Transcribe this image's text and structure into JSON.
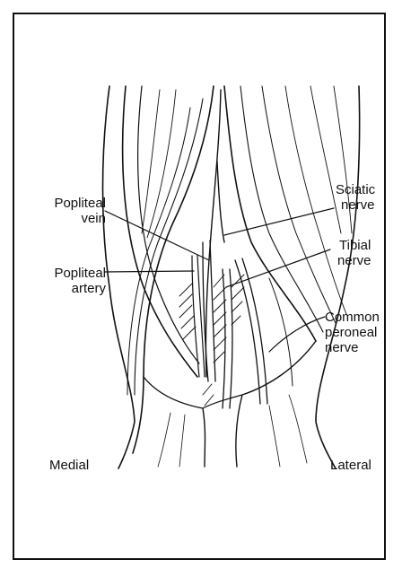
{
  "labels": {
    "popliteal_vein": [
      "Popliteal",
      "vein"
    ],
    "popliteal_artery": [
      "Popliteal",
      "artery"
    ],
    "sciatic_nerve": [
      "Sciatic",
      "nerve"
    ],
    "tibial_nerve": [
      "Tibial",
      "nerve"
    ],
    "common_peroneal_nerve": [
      "Common",
      "peroneal",
      "nerve"
    ],
    "medial": "Medial",
    "lateral": "Lateral"
  },
  "colors": {
    "ink": "#111111",
    "background": "#ffffff"
  }
}
